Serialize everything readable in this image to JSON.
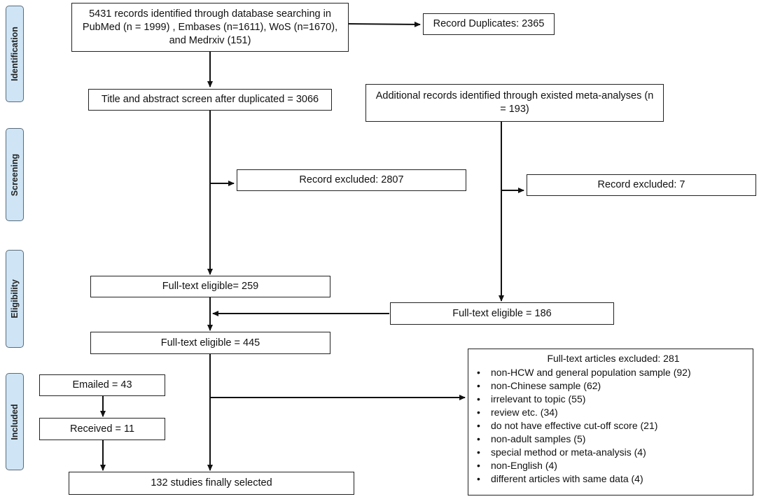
{
  "stages": {
    "identification": "Identification",
    "screening": "Screening",
    "eligibility": "Eligibility",
    "included": "Included"
  },
  "boxes": {
    "records_identified": "5431 records identified through database searching in PubMed (n = 1999) , Embases (n=1611), WoS (n=1670), and Medrxiv  (151)",
    "record_duplicates": "Record Duplicates: 2365",
    "title_abstract_screen": "Title and abstract screen after duplicated = 3066",
    "additional_records": "Additional records identified through existed meta-analyses (n = 193)",
    "record_excluded_2807": "Record excluded: 2807",
    "record_excluded_7": "Record excluded: 7",
    "fulltext_eligible_259": "Full-text eligible= 259",
    "fulltext_eligible_186": "Full-text eligible = 186",
    "fulltext_eligible_445": "Full-text eligible = 445",
    "emailed": "Emailed = 43",
    "received": "Received = 11",
    "final_selected": "132 studies finally selected"
  },
  "exclusions": {
    "title": "Full-text articles excluded: 281",
    "items": [
      "non-HCW and general population sample (92)",
      "non-Chinese sample (62)",
      "irrelevant to topic (55)",
      "review etc. (34)",
      "do not have effective cut-off score (21)",
      "non-adult samples (5)",
      "special method or meta-analysis (4)",
      "non-English (4)",
      "different articles with same data (4)"
    ]
  }
}
